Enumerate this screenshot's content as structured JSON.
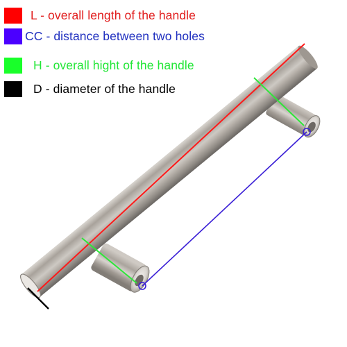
{
  "legend": [
    {
      "code": "L",
      "text": "L - overall length of the handle",
      "color": "#ff0000",
      "text_color": "#e11d1d"
    },
    {
      "code": "CC",
      "text": "CC - distance between two holes",
      "color": "#4b00ff",
      "text_color": "#1f2fbf"
    },
    {
      "code": "H",
      "text": "H - overall hight of the handle",
      "color": "#19ff2a",
      "text_color": "#22e636"
    },
    {
      "code": "D",
      "text": "D - diameter of the handle",
      "color": "#000000",
      "text_color": "#000000"
    }
  ],
  "diagram": {
    "object": "stainless steel bar handle",
    "handle_color": "#bdb7b0",
    "dimension_lines": {
      "length": "#ff1a1a",
      "center_to_center": "#3a1fd6",
      "height": "#2ee63a",
      "diameter": "#000000"
    }
  }
}
